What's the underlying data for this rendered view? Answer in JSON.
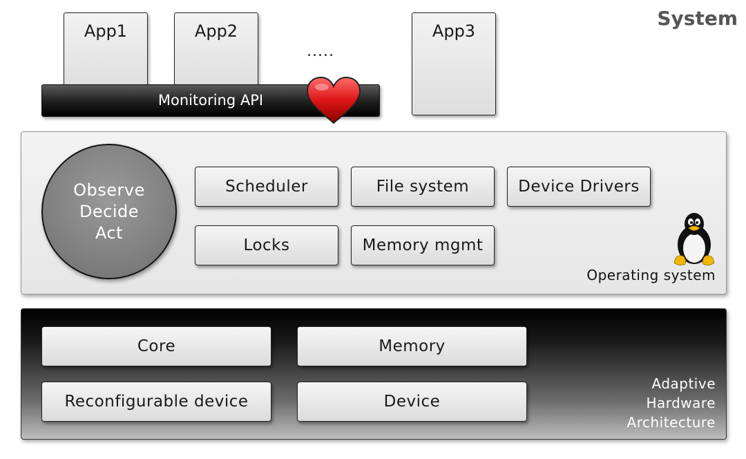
{
  "title": "System",
  "apps": [
    {
      "label": "App1"
    },
    {
      "label": "App2"
    },
    {
      "label": "App3"
    }
  ],
  "ellipsis": ".....",
  "monitoring_api": {
    "label": "Monitoring API",
    "icon": "heart-icon",
    "color": "#cc1111"
  },
  "os": {
    "label": "Operating system",
    "icon": "tux-penguin-icon",
    "loop": [
      "Observe",
      "Decide",
      "Act"
    ],
    "components": [
      "Scheduler",
      "File system",
      "Device Drivers",
      "Locks",
      "Memory mgmt"
    ]
  },
  "hardware": {
    "label_lines": [
      "Adaptive",
      "Hardware",
      "Architecture"
    ],
    "components": [
      "Core",
      "Memory",
      "Reconfigurable device",
      "Device"
    ]
  }
}
